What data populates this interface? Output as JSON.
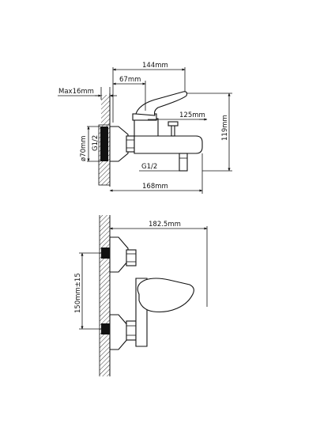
{
  "side_view": {
    "dim_overall_top": "144mm",
    "dim_handle_offset": "67mm",
    "dim_max_wall": "Max16mm",
    "dim_outlet": "125mm",
    "dim_height": "119mm",
    "dim_diameter": "ø70mm",
    "dim_thread_inlet": "G1/2",
    "dim_thread_outlet": "G1/2",
    "dim_length": "168mm"
  },
  "front_view": {
    "dim_width": "182.5mm",
    "dim_centers": "150mm±15"
  }
}
